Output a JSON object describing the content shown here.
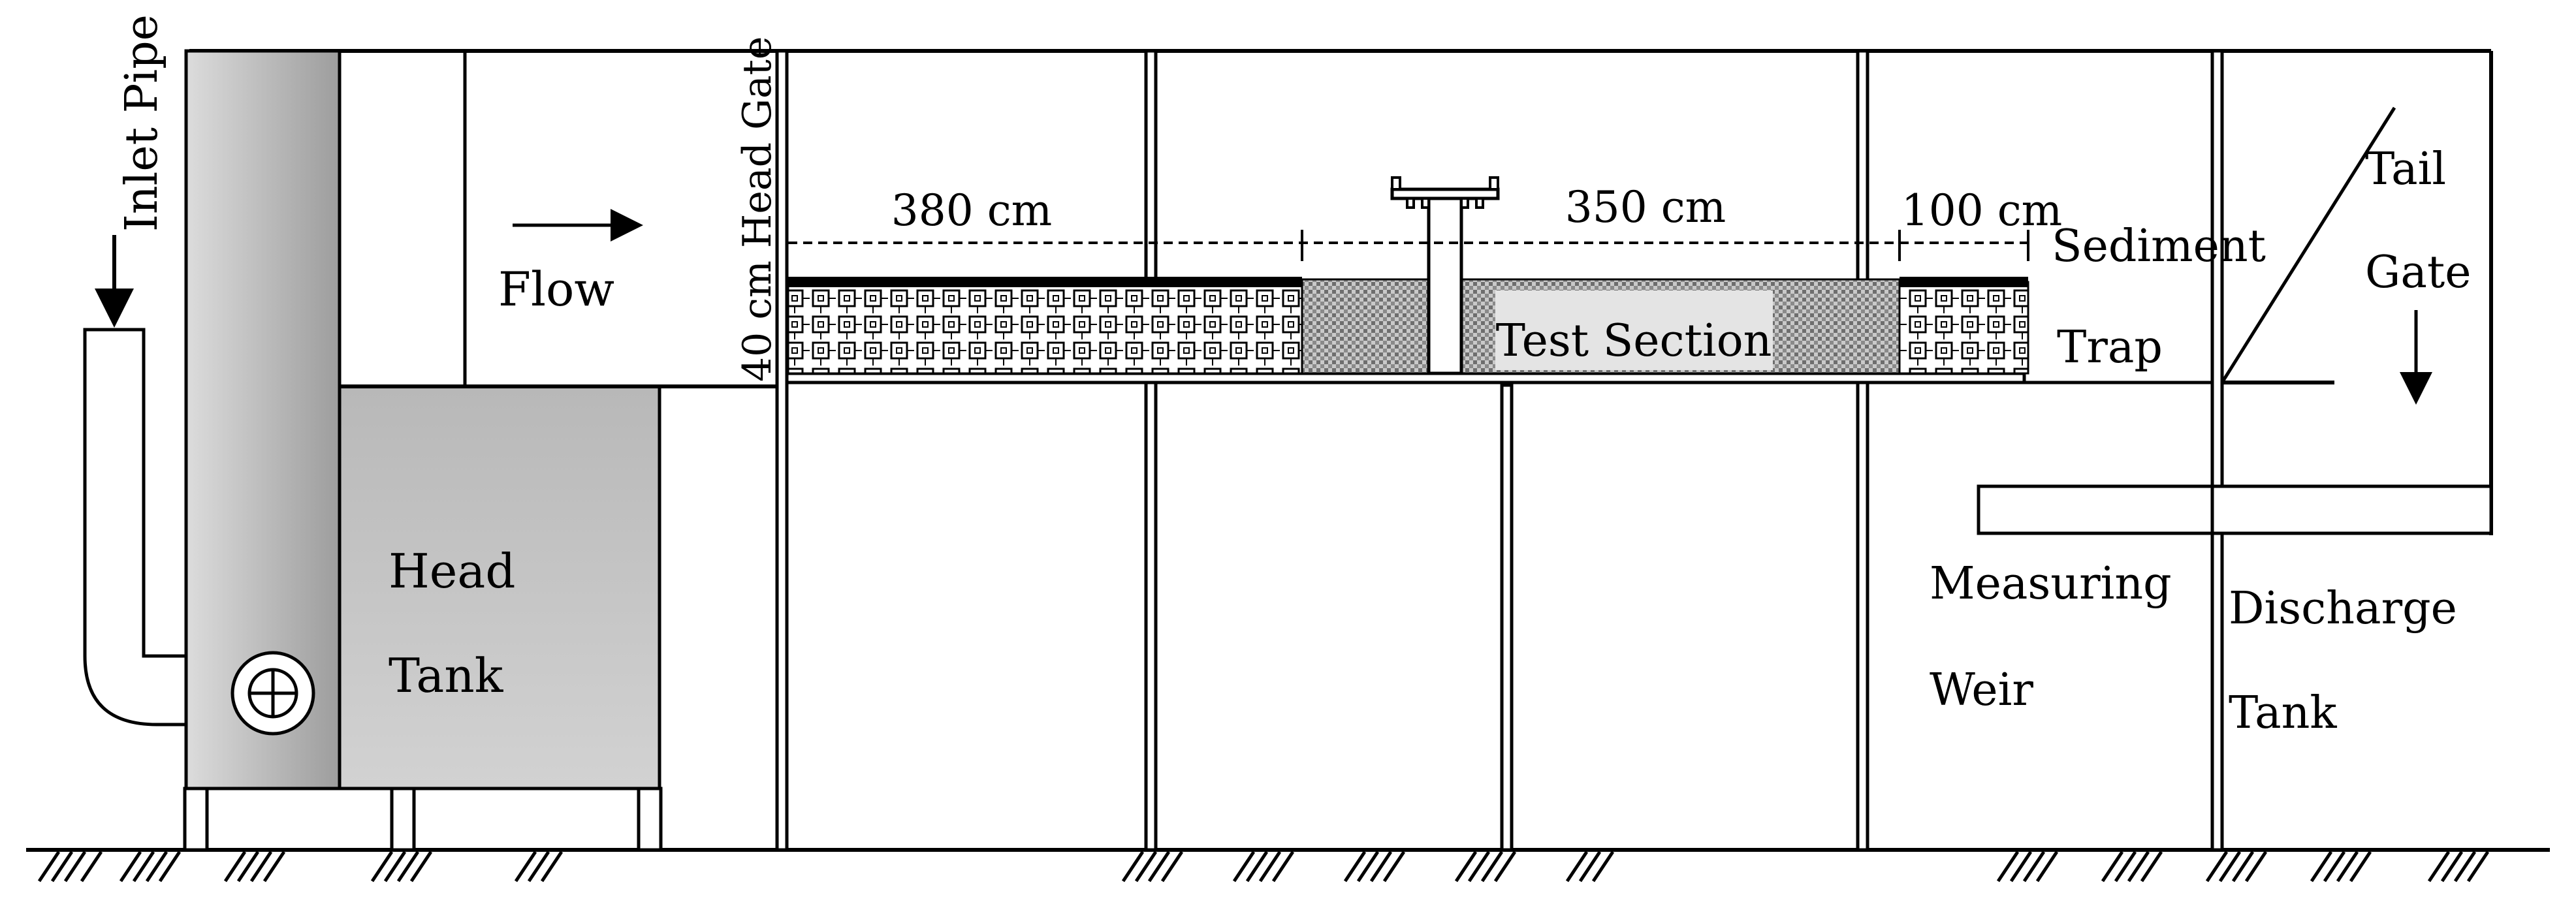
{
  "labels": {
    "inlet_pipe": "Inlet Pipe",
    "flow": "Flow",
    "head_gate": "40 cm Head Gate",
    "dim_380": "380 cm",
    "dim_350": "350 cm",
    "dim_100": "100 cm",
    "sediment": "Sediment",
    "trap": "Trap",
    "test_section": "Test Section",
    "tail": "Tail",
    "gate": "Gate",
    "head": "Head",
    "tank": "Tank",
    "measuring": "Measuring",
    "weir": "Weir",
    "discharge": "Discharge",
    "discharge_tank": "Tank"
  },
  "colors": {
    "line": "#000000",
    "tank_fill": "#c4c4c4",
    "tank_light": "#d6d6d6",
    "sediment_bed": "#bdbdbd",
    "test_box": "#e6e6e6"
  }
}
